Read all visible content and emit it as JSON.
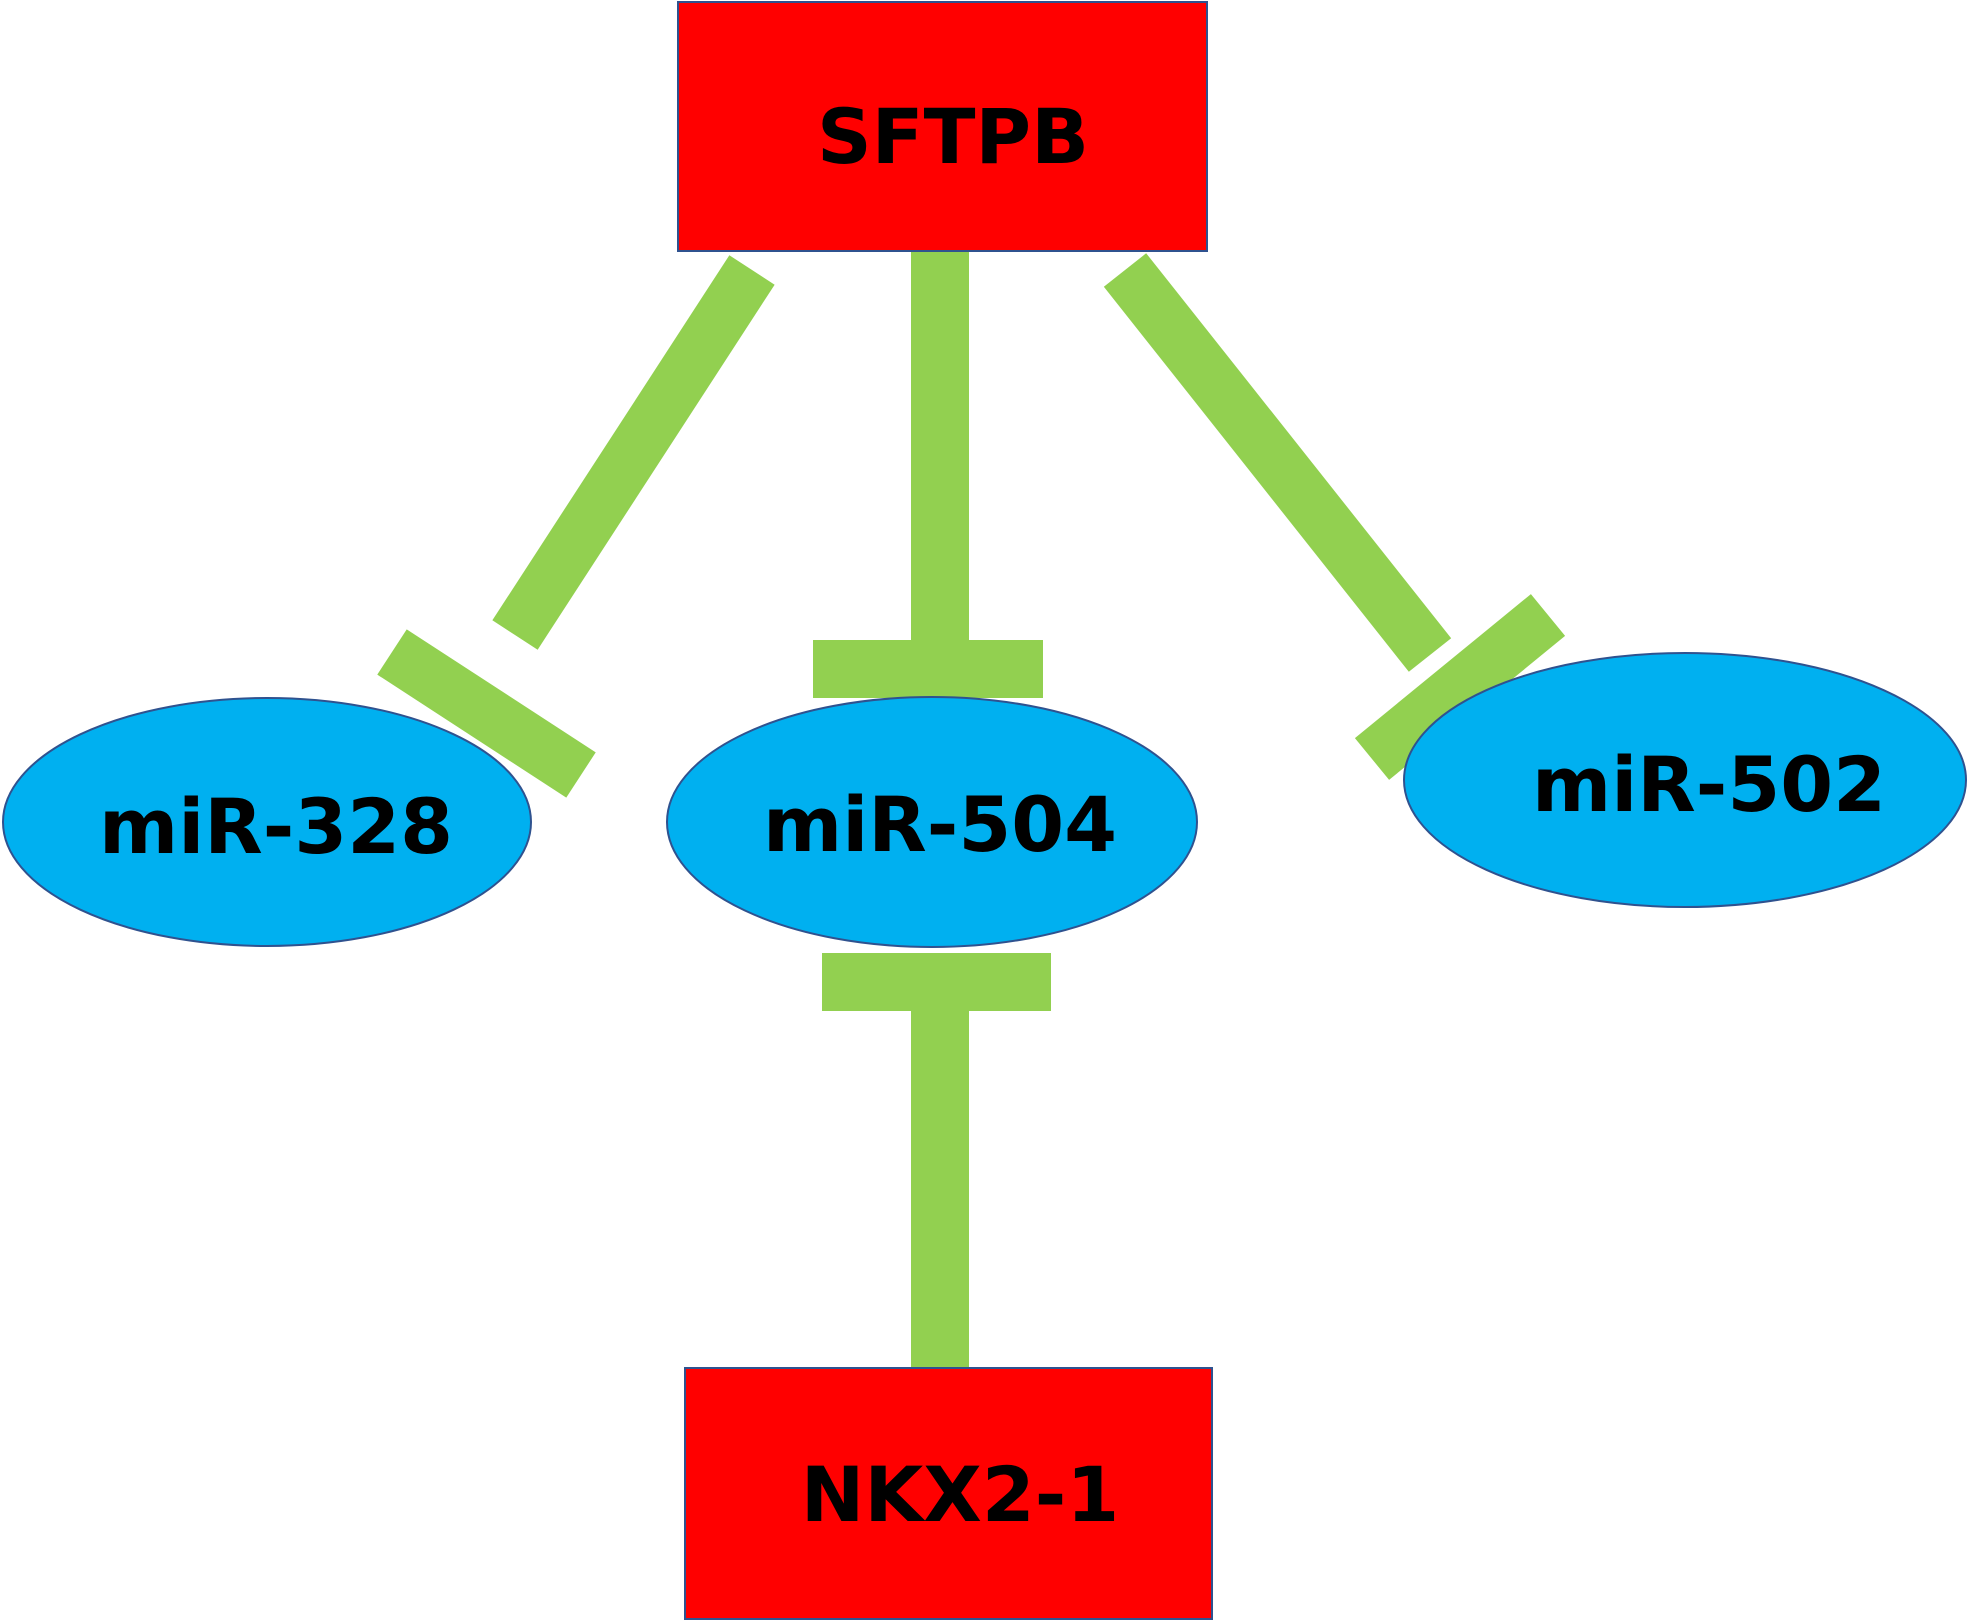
{
  "colors": {
    "gene_fill": "#ff0000",
    "gene_stroke": "#2f528f",
    "mirna_fill": "#00b0f0",
    "mirna_stroke": "#2f528f",
    "edge": "#92d050",
    "background": "#ffffff"
  },
  "nodes": {
    "sftpb": {
      "label": "SFTPB",
      "type": "gene"
    },
    "nkx21": {
      "label": "NKX2-1",
      "type": "gene"
    },
    "mir328": {
      "label": "miR-328",
      "type": "miRNA"
    },
    "mir504": {
      "label": "miR-504",
      "type": "miRNA"
    },
    "mir502": {
      "label": "miR-502",
      "type": "miRNA"
    }
  },
  "edges": [
    {
      "from": "SFTPB",
      "to": "miR-328",
      "kind": "inhibition"
    },
    {
      "from": "SFTPB",
      "to": "miR-504",
      "kind": "inhibition"
    },
    {
      "from": "SFTPB",
      "to": "miR-502",
      "kind": "inhibition"
    },
    {
      "from": "NKX2-1",
      "to": "miR-504",
      "kind": "inhibition"
    }
  ]
}
